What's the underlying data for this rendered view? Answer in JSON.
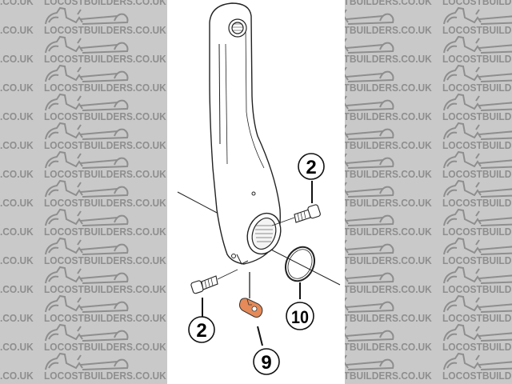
{
  "watermark": {
    "text": "LOCOSTBUILDERS.CO.UK",
    "text_color": "#8e8e8e",
    "background_color": "#c9c9c9",
    "icon": "car-silhouette-icon"
  },
  "diagram": {
    "background": "#ffffff",
    "part": "crank-arm",
    "callouts": [
      {
        "id": "callout-2-top",
        "label": "2",
        "part": "pinch-bolt"
      },
      {
        "id": "callout-2-bottom",
        "label": "2",
        "part": "pinch-bolt"
      },
      {
        "id": "callout-9",
        "label": "9",
        "part": "safety-plate",
        "color": "#e07a4a"
      },
      {
        "id": "callout-10",
        "label": "10",
        "part": "retaining-ring"
      }
    ]
  }
}
